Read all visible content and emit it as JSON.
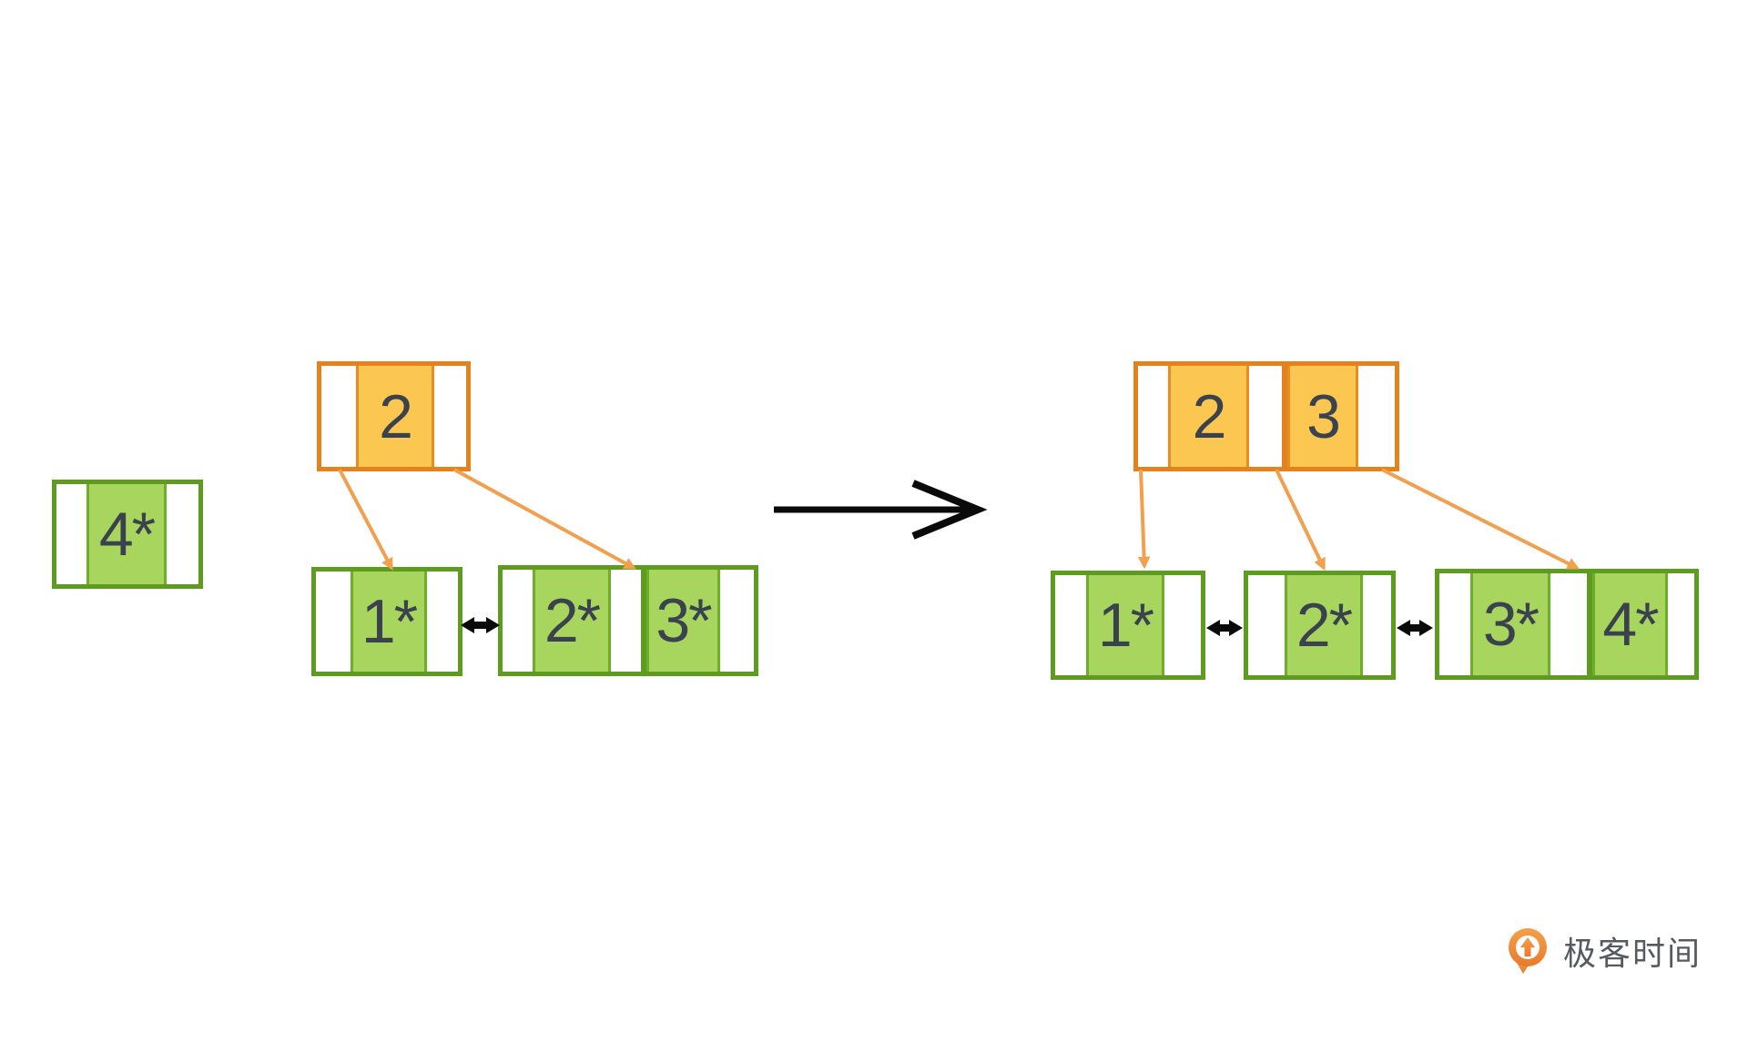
{
  "diagram_type": "b-plus-tree-page-split",
  "colors": {
    "green_border": "#5d9c1e",
    "green_cell_border": "#6fae2b",
    "green_fill": "#a8d55e",
    "orange_border": "#e5821e",
    "orange_cell_border": "#ea8c24",
    "orange_fill": "#fbc751",
    "connector_line": "#f0a04f",
    "link_arrow": "#0a0a0a",
    "label_text": "#3a424e",
    "logo_orange": "#ee8233",
    "logo_text_color": "#565a60"
  },
  "nodes": {
    "insert_page": {
      "kind": "leaf-page",
      "cells": [
        {
          "type": "empty"
        },
        {
          "type": "record",
          "label": "4*"
        },
        {
          "type": "empty"
        }
      ]
    },
    "before_root": {
      "kind": "index-page",
      "cells": [
        {
          "type": "empty"
        },
        {
          "type": "key",
          "label": "2"
        },
        {
          "type": "empty"
        }
      ]
    },
    "before_leaf1": {
      "kind": "leaf-page",
      "cells": [
        {
          "type": "empty"
        },
        {
          "type": "record",
          "label": "1*"
        },
        {
          "type": "empty"
        }
      ]
    },
    "before_leaf23": {
      "kind": "leaf-page",
      "cells": [
        {
          "type": "empty"
        },
        {
          "type": "record",
          "label": "2*"
        },
        {
          "type": "empty"
        },
        {
          "type": "record",
          "label": "3*"
        },
        {
          "type": "empty"
        }
      ]
    },
    "after_root": {
      "kind": "index-page",
      "cells": [
        {
          "type": "empty"
        },
        {
          "type": "key",
          "label": "2"
        },
        {
          "type": "empty"
        },
        {
          "type": "key",
          "label": "3"
        },
        {
          "type": "empty"
        }
      ]
    },
    "after_leaf1": {
      "kind": "leaf-page",
      "cells": [
        {
          "type": "empty"
        },
        {
          "type": "record",
          "label": "1*"
        },
        {
          "type": "empty"
        }
      ]
    },
    "after_leaf2": {
      "kind": "leaf-page",
      "cells": [
        {
          "type": "empty"
        },
        {
          "type": "record",
          "label": "2*"
        },
        {
          "type": "empty"
        }
      ]
    },
    "after_leaf34": {
      "kind": "leaf-page",
      "cells": [
        {
          "type": "empty"
        },
        {
          "type": "record",
          "label": "3*"
        },
        {
          "type": "empty"
        },
        {
          "type": "record",
          "label": "4*"
        },
        {
          "type": "empty"
        }
      ]
    }
  },
  "logo": {
    "label": "极客时间"
  }
}
